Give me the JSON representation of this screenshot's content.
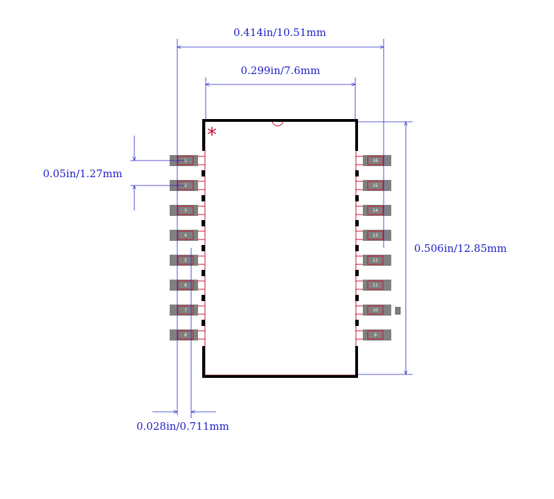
{
  "dimensions": {
    "total_width": "0.414in/10.51mm",
    "body_width": "0.299in/7.6mm",
    "pitch": "0.05in/1.27mm",
    "height": "0.506in/12.85mm",
    "pad_width": "0.028in/0.711mm"
  },
  "pin1_marker": "*",
  "pins": {
    "left": [
      "1",
      "2",
      "3",
      "4",
      "5",
      "6",
      "7",
      "8"
    ],
    "right": [
      "16",
      "15",
      "14",
      "13",
      "12",
      "11",
      "10",
      "9"
    ]
  },
  "colors": {
    "dimension": "#2020c8",
    "outline": "#000000",
    "pad": "#808080",
    "copper": "#c8102e"
  }
}
